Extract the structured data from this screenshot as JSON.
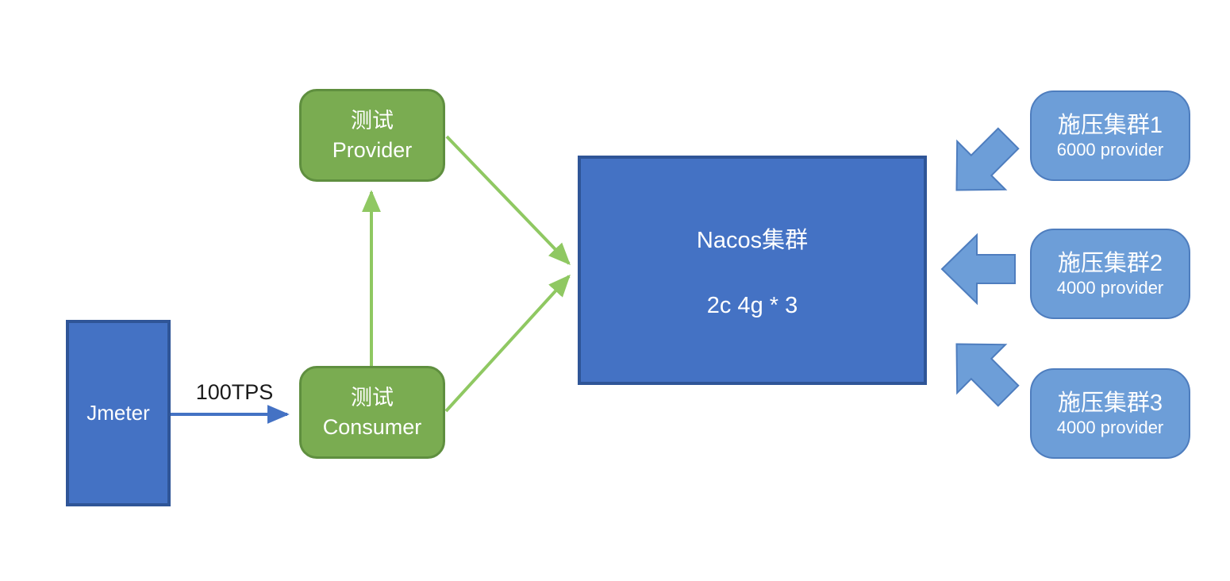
{
  "diagram": {
    "jmeter": {
      "label": "Jmeter"
    },
    "tps_label": "100TPS",
    "provider": {
      "line1": "测试",
      "line2": "Provider"
    },
    "consumer": {
      "line1": "测试",
      "line2": "Consumer"
    },
    "nacos": {
      "line1": "Nacos集群",
      "line2": "2c 4g * 3"
    },
    "clusters": [
      {
        "title": "施压集群1",
        "subtitle": "6000 provider"
      },
      {
        "title": "施压集群2",
        "subtitle": "4000 provider"
      },
      {
        "title": "施压集群3",
        "subtitle": "4000 provider"
      }
    ],
    "colors": {
      "box_blue": "#4472C4",
      "box_blue_border": "#2F5597",
      "box_green": "#7AAC51",
      "box_green_border": "#5F8F3F",
      "arrow_green": "#8FC862",
      "arrow_blue": "#4472C4",
      "cluster_blue": "#6D9ED8",
      "cluster_blue_border": "#4E7DBE",
      "tps_text": "#1a1a1a"
    }
  }
}
